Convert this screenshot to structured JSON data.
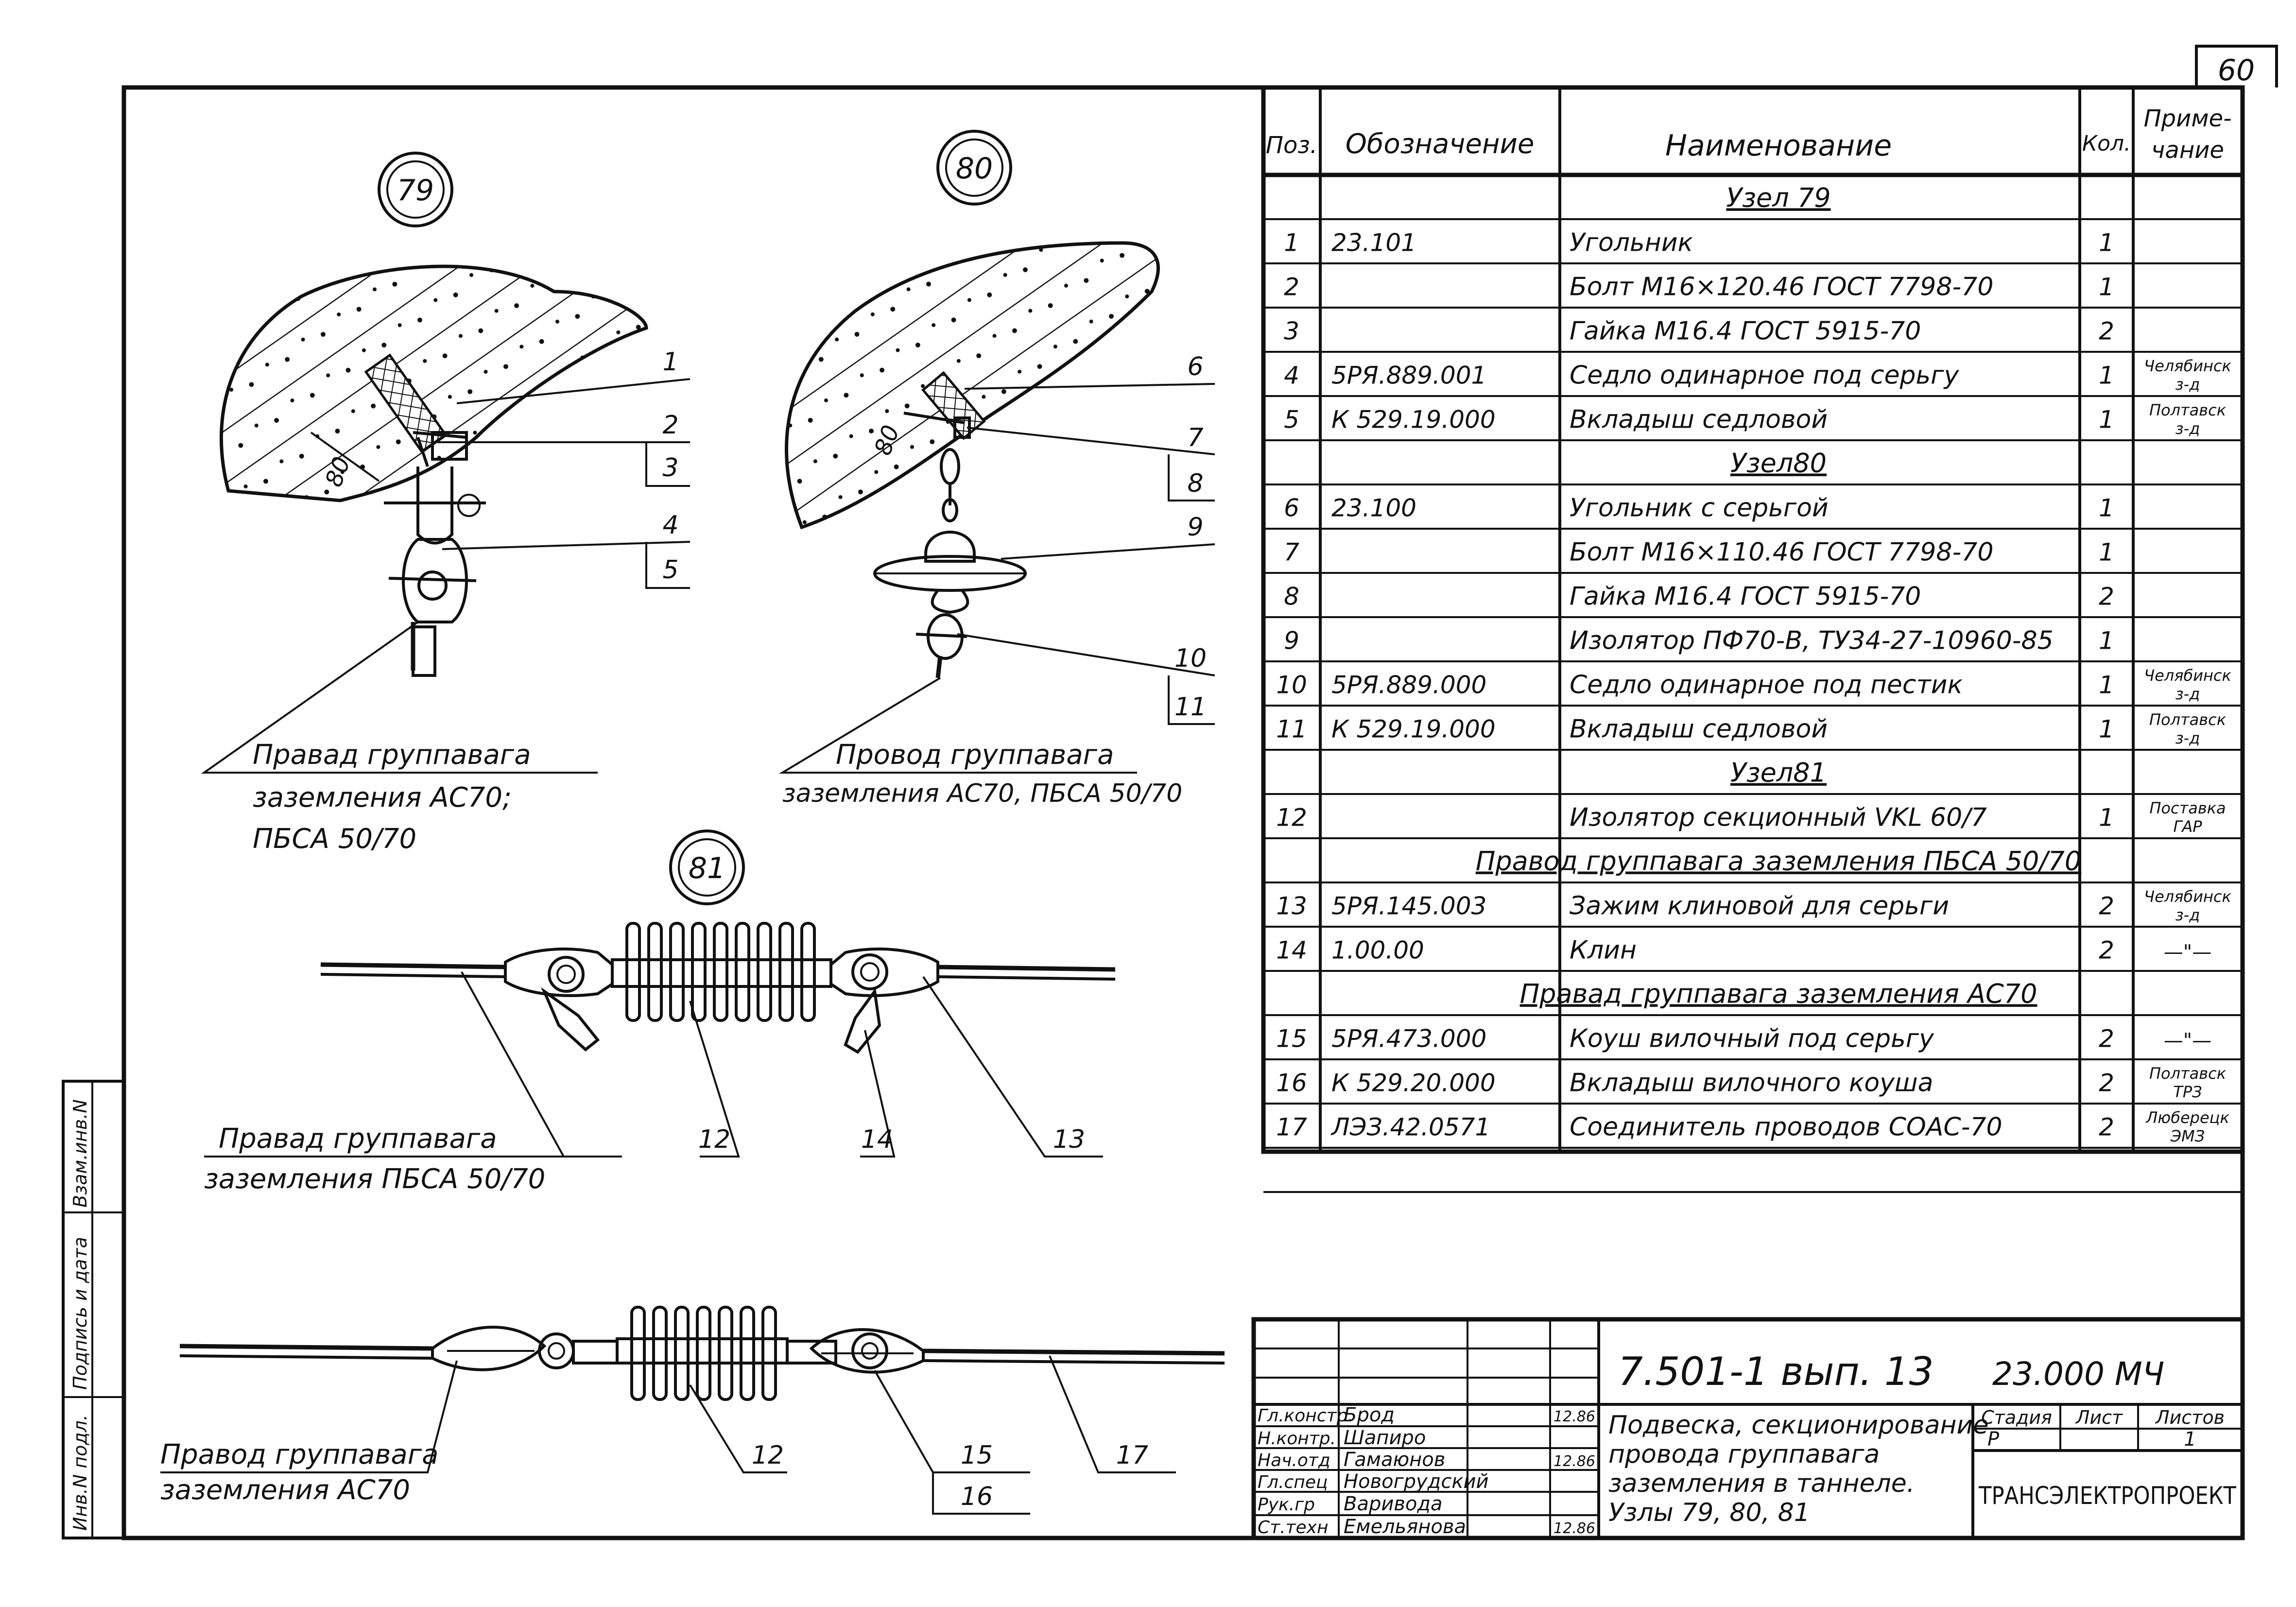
{
  "sheet_number": "60",
  "nodes": {
    "n79": "79",
    "n80": "80",
    "n81": "81"
  },
  "callouts": {
    "c1": "1",
    "c2": "2",
    "c3": "3",
    "c4": "4",
    "c5": "5",
    "c6": "6",
    "c7": "7",
    "c8": "8",
    "c9": "9",
    "c10": "10",
    "c11": "11",
    "c12a": "12",
    "c14": "14",
    "c13": "13",
    "c12b": "12",
    "c15": "15",
    "c16": "16",
    "c17": "17"
  },
  "dims": {
    "d79": "80",
    "d80": "80"
  },
  "captions": {
    "cap79_line1": "Правад группавага",
    "cap79_line2": "заземления  АС70;",
    "cap79_line3": "ПБСА 50/70",
    "cap80_line1": "Провод группавага",
    "cap80_line2": "заземления  АС70, ПБСА 50/70",
    "cap81_line1": "Правад группавага",
    "cap81_line2": "заземления   ПБСА 50/70",
    "capB_line1": "Правод группавага",
    "capB_line2": "заземления  АС70"
  },
  "side_stamp": [
    "Инв.N подл.",
    "Подпись и дата",
    "Взам.инв.N"
  ],
  "spec_table": {
    "headers": {
      "pos": "Поз.",
      "designation": "Обозначение",
      "name": "Наименование",
      "qty": "Кол.",
      "note_l1": "Приме-",
      "note_l2": "чание"
    },
    "rows": [
      {
        "type": "section",
        "name": "Узел 79"
      },
      {
        "type": "item",
        "pos": "1",
        "designation": "23.101",
        "name": "Угольник",
        "qty": "1",
        "note": []
      },
      {
        "type": "item",
        "pos": "2",
        "designation": "",
        "name": "Болт М16×120.46  ГОСТ 7798-70",
        "qty": "1",
        "note": []
      },
      {
        "type": "item",
        "pos": "3",
        "designation": "",
        "name": "Гайка М16.4  ГОСТ 5915-70",
        "qty": "2",
        "note": []
      },
      {
        "type": "item",
        "pos": "4",
        "designation": "5РЯ.889.001",
        "name": "Седло одинарное под серьгу",
        "qty": "1",
        "note": [
          "Челябинск",
          "з-д"
        ]
      },
      {
        "type": "item",
        "pos": "5",
        "designation": "К 529.19.000",
        "name": "Вкладыш  седловой",
        "qty": "1",
        "note": [
          "Полтавск",
          "з-д"
        ]
      },
      {
        "type": "section",
        "name": "Узел80"
      },
      {
        "type": "item",
        "pos": "6",
        "designation": "23.100",
        "name": "Угольник  с  серьгой",
        "qty": "1",
        "note": []
      },
      {
        "type": "item",
        "pos": "7",
        "designation": "",
        "name": "Болт М16×110.46  ГОСТ 7798-70",
        "qty": "1",
        "note": []
      },
      {
        "type": "item",
        "pos": "8",
        "designation": "",
        "name": "Гайка М16.4  ГОСТ 5915-70",
        "qty": "2",
        "note": []
      },
      {
        "type": "item",
        "pos": "9",
        "designation": "",
        "name": "Изолятор ПФ70-В, ТУ34-27-10960-85",
        "qty": "1",
        "note": []
      },
      {
        "type": "item",
        "pos": "10",
        "designation": "5РЯ.889.000",
        "name": "Седло одинарное  под пестик",
        "qty": "1",
        "note": [
          "Челябинск",
          "з-д"
        ]
      },
      {
        "type": "item",
        "pos": "11",
        "designation": "К 529.19.000",
        "name": "Вкладыш  седловой",
        "qty": "1",
        "note": [
          "Полтавск",
          "з-д"
        ]
      },
      {
        "type": "section",
        "name": "Узел81"
      },
      {
        "type": "item",
        "pos": "12",
        "designation": "",
        "name": "Изолятор  секционный VKL 60/7",
        "qty": "1",
        "note": [
          "Поставка",
          "ГАР"
        ]
      },
      {
        "type": "section",
        "name": "Правод группавага заземления ПБСА 50/70"
      },
      {
        "type": "item",
        "pos": "13",
        "designation": "5РЯ.145.003",
        "name": "Зажим клиновой  для  серьги",
        "qty": "2",
        "note": [
          "Челябинск",
          "з-д"
        ]
      },
      {
        "type": "item",
        "pos": "14",
        "designation": "1.00.00",
        "name": "Клин",
        "qty": "2",
        "note": [
          "—\"—"
        ]
      },
      {
        "type": "section",
        "name": "Правад группавага заземления АС70"
      },
      {
        "type": "item",
        "pos": "15",
        "designation": "5РЯ.473.000",
        "name": "Коуш вилочный  под  серьгу",
        "qty": "2",
        "note": [
          "—\"—"
        ]
      },
      {
        "type": "item",
        "pos": "16",
        "designation": "К 529.20.000",
        "name": "Вкладыш вилочного коуша",
        "qty": "2",
        "note": [
          "Полтавск",
          "ТРЗ"
        ]
      },
      {
        "type": "item",
        "pos": "17",
        "designation": "ЛЭЗ.42.0571",
        "name": "Соединитель проводов СОАС-70",
        "qty": "2",
        "note": [
          "Люберецк",
          "ЭМЗ"
        ]
      },
      {
        "type": "blank"
      }
    ]
  },
  "title_block": {
    "doc_code": "7.501-1  вып. 13",
    "doc_code2": "23.000 МЧ",
    "title_l1": "Подвеска, секционирование",
    "title_l2": "провода группавага",
    "title_l3": "заземления  в  таннеле.",
    "title_l4": "Узлы 79, 80, 81",
    "stage_label": "Стадия",
    "sheet_label": "Лист",
    "sheets_label": "Листов",
    "stage": "Р",
    "sheets": "1",
    "org": "ТРАНСЭЛЕКТРОПРОЕКТ",
    "roles": [
      {
        "role": "Гл.констр.",
        "name": "Брод",
        "date": "12.86"
      },
      {
        "role": "Н.контр.",
        "name": "Шапиро",
        "date": ""
      },
      {
        "role": "Нач.отд",
        "name": "Гамаюнов",
        "date": "12.86"
      },
      {
        "role": "Гл.спец",
        "name": "Новогрудский",
        "date": ""
      },
      {
        "role": "Рук.гр",
        "name": "Варивода",
        "date": ""
      },
      {
        "role": "Ст.техн",
        "name": "Емельянова",
        "date": "12.86"
      }
    ]
  }
}
